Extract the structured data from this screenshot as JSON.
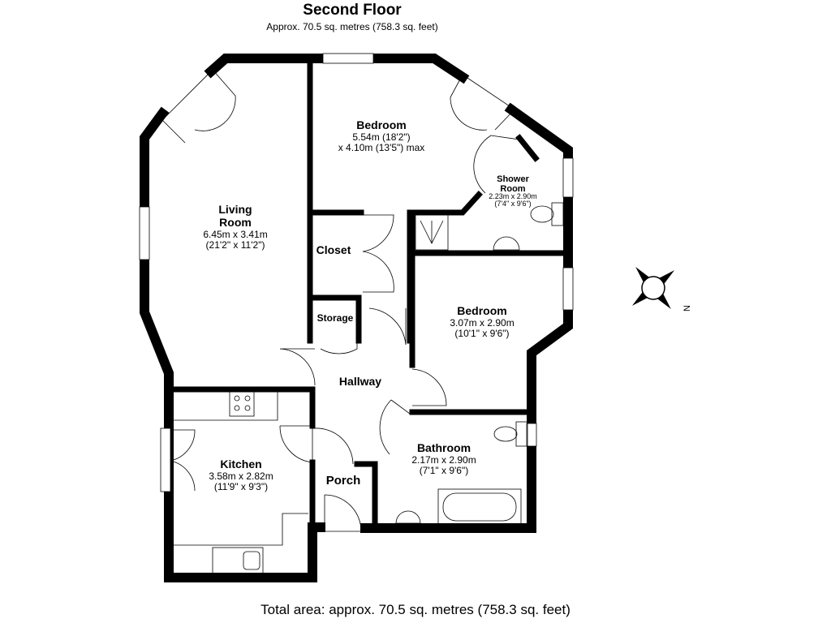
{
  "header": {
    "title": "Second Floor",
    "subtitle": "Approx. 70.5 sq. metres (758.3 sq. feet)"
  },
  "rooms": {
    "living": {
      "name1": "Living",
      "name2": "Room",
      "dim1": "6.45m x 3.41m",
      "dim2": "(21'2\" x 11'2\")"
    },
    "bedroom1": {
      "name": "Bedroom",
      "dim1": "5.54m (18'2\")",
      "dim2": "x 4.10m (13'5\") max"
    },
    "shower": {
      "name1": "Shower",
      "name2": "Room",
      "dim1": "2.23m x 2.90m",
      "dim2": "(7'4\" x 9'6\")"
    },
    "closet": {
      "name": "Closet"
    },
    "storage": {
      "name": "Storage"
    },
    "bedroom2": {
      "name": "Bedroom",
      "dim1": "3.07m x 2.90m",
      "dim2": "(10'1\" x 9'6\")"
    },
    "hallway": {
      "name": "Hallway"
    },
    "kitchen": {
      "name": "Kitchen",
      "dim1": "3.58m x 2.82m",
      "dim2": "(11'9\" x 9'3\")"
    },
    "porch": {
      "name": "Porch"
    },
    "bathroom": {
      "name": "Bathroom",
      "dim1": "2.17m x 2.90m",
      "dim2": "(7'1\" x 9'6\")"
    }
  },
  "compass": {
    "label": "N"
  },
  "footer": {
    "total": "Total area: approx. 70.5 sq. metres (758.3 sq. feet)"
  }
}
